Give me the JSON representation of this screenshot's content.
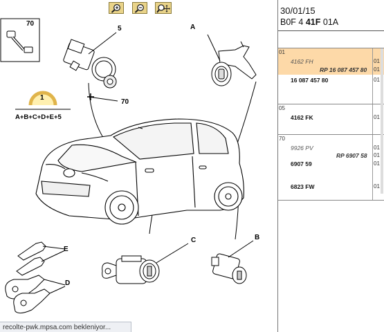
{
  "status": {
    "text": "recolte-pwk.mpsa.com bekleniyor..."
  },
  "toolbar": {
    "zoom_in": "zoom-in",
    "zoom_out": "zoom-out",
    "pan": "zoom-pan"
  },
  "diagram": {
    "labels": {
      "l70a": "70",
      "l5": "5",
      "lA": "A",
      "l70b": "70",
      "l1": "1",
      "formula": "A+B+C+D+E+5",
      "lE": "E",
      "lD": "D",
      "lC": "C",
      "lB": "B"
    }
  },
  "header": {
    "date": "30/01/15",
    "code_pre": "B0F 4",
    "code_bold": "41F",
    "code_post": "01A"
  },
  "parts": [
    {
      "group": "01",
      "lines": [
        {
          "text": "4162 FH",
          "qty": "01"
        },
        {
          "text": "RP 16 087 457 80",
          "qty": "01"
        },
        {
          "text": "16 087 457 80",
          "qty": "01"
        }
      ]
    },
    {
      "group": "05",
      "lines": [
        {
          "text": "4162 FK",
          "qty": "01"
        }
      ]
    },
    {
      "group": "70",
      "lines": [
        {
          "text": "9926 PV",
          "qty": "01"
        },
        {
          "text": "RP 6907 58",
          "qty": "01"
        },
        {
          "text": "6907 59",
          "qty": "01"
        },
        {
          "text": "6823 FW",
          "qty": "01"
        }
      ]
    }
  ]
}
